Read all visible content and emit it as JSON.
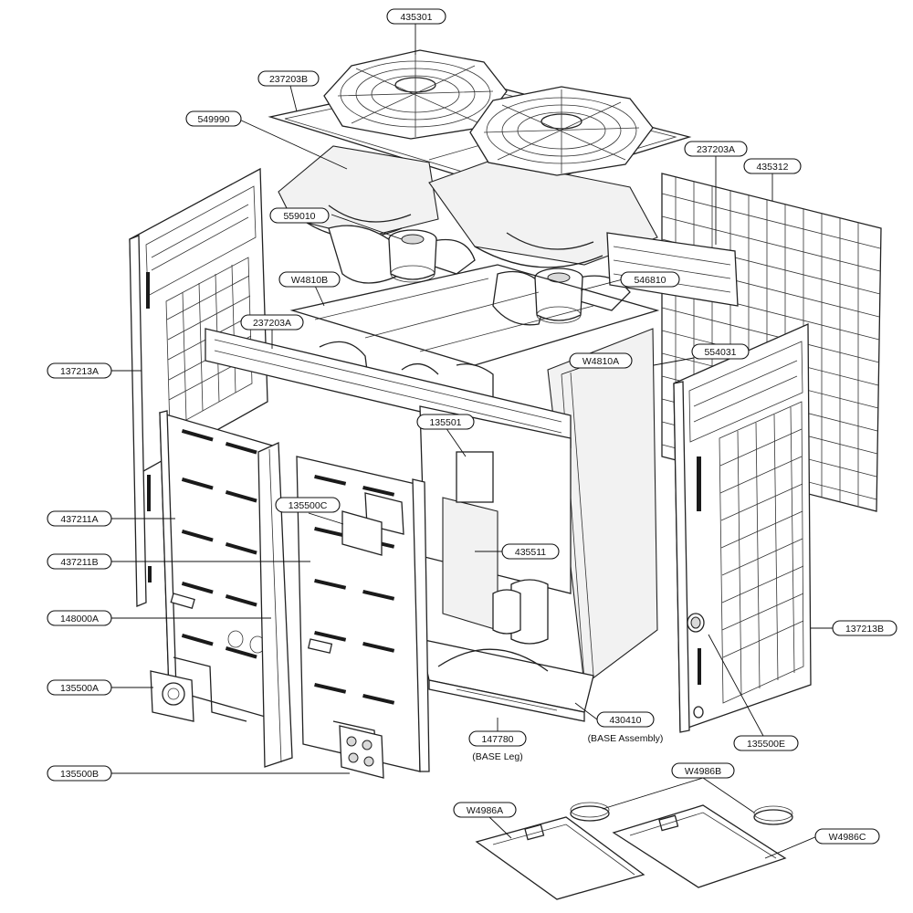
{
  "callouts": {
    "c435301": "435301",
    "c237203B": "237203B",
    "c549990": "549990",
    "c237203A_top": "237203A",
    "c435312": "435312",
    "c559010": "559010",
    "cW4810B": "W4810B",
    "c546810": "546810",
    "c237203A_front": "237203A",
    "c554031": "554031",
    "cW4810A": "W4810A",
    "c137213A": "137213A",
    "c135501": "135501",
    "c135500C": "135500C",
    "c437211A": "437211A",
    "c437211B": "437211B",
    "c435511": "435511",
    "c148000A": "148000A",
    "c137213B": "137213B",
    "c135500A": "135500A",
    "c430410": "430410",
    "c147780": "147780",
    "c135500E": "135500E",
    "c135500B": "135500B",
    "cW4986B": "W4986B",
    "cW4986A": "W4986A",
    "cW4986C": "W4986C"
  },
  "captions": {
    "base_assembly": "(BASE Assembly)",
    "base_leg": "(BASE Leg)"
  },
  "colors": {
    "line": "#222222",
    "panel_fill": "#f2f2f2",
    "background": "#ffffff"
  }
}
